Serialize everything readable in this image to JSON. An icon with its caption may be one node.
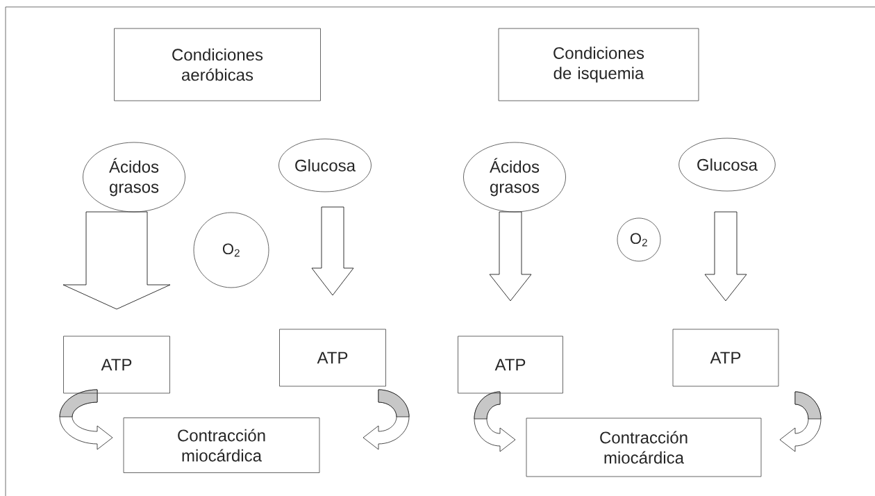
{
  "diagram": {
    "nodes": [
      {
        "text": [
          "Condiciones aeróbicas"
        ]
      },
      {
        "text": [
          "Condiciones de isquemia"
        ]
      },
      {
        "text": [
          "Ácidos grasos"
        ]
      },
      {
        "text": [
          "Glucosa"
        ]
      },
      {
        "text": [
          "Ácidos grasos"
        ]
      },
      {
        "text": [
          "Glucosa"
        ]
      },
      {
        "text": [
          "O$_{2}$"
        ]
      },
      {
        "text": [
          "O$_{2}$"
        ]
      },
      {
        "text": [
          "ATP"
        ]
      },
      {
        "text": [
          "ATP"
        ]
      },
      {
        "text": [
          "ATP"
        ]
      },
      {
        "text": [
          "ATP"
        ]
      },
      {
        "text": [
          "Contracción miocárdica"
        ]
      },
      {
        "text": [
          "Contracción miocárdica"
        ]
      }
    ],
    "edges": [
      {
        "from": 2,
        "to": 8,
        "arrow": "to",
        "style": "thick"
      },
      {
        "from": 3,
        "to": 9,
        "arrow": "to"
      },
      {
        "from": 4,
        "to": 10,
        "arrow": "to"
      },
      {
        "from": 5,
        "to": 11,
        "arrow": "to"
      },
      {
        "from": 8,
        "to": 12,
        "arrow": "to"
      },
      {
        "from": 9,
        "to": 12,
        "arrow": "to"
      },
      {
        "from": 10,
        "to": 13,
        "arrow": "to"
      },
      {
        "from": 11,
        "to": 13,
        "arrow": "to"
      }
    ]
  }
}
